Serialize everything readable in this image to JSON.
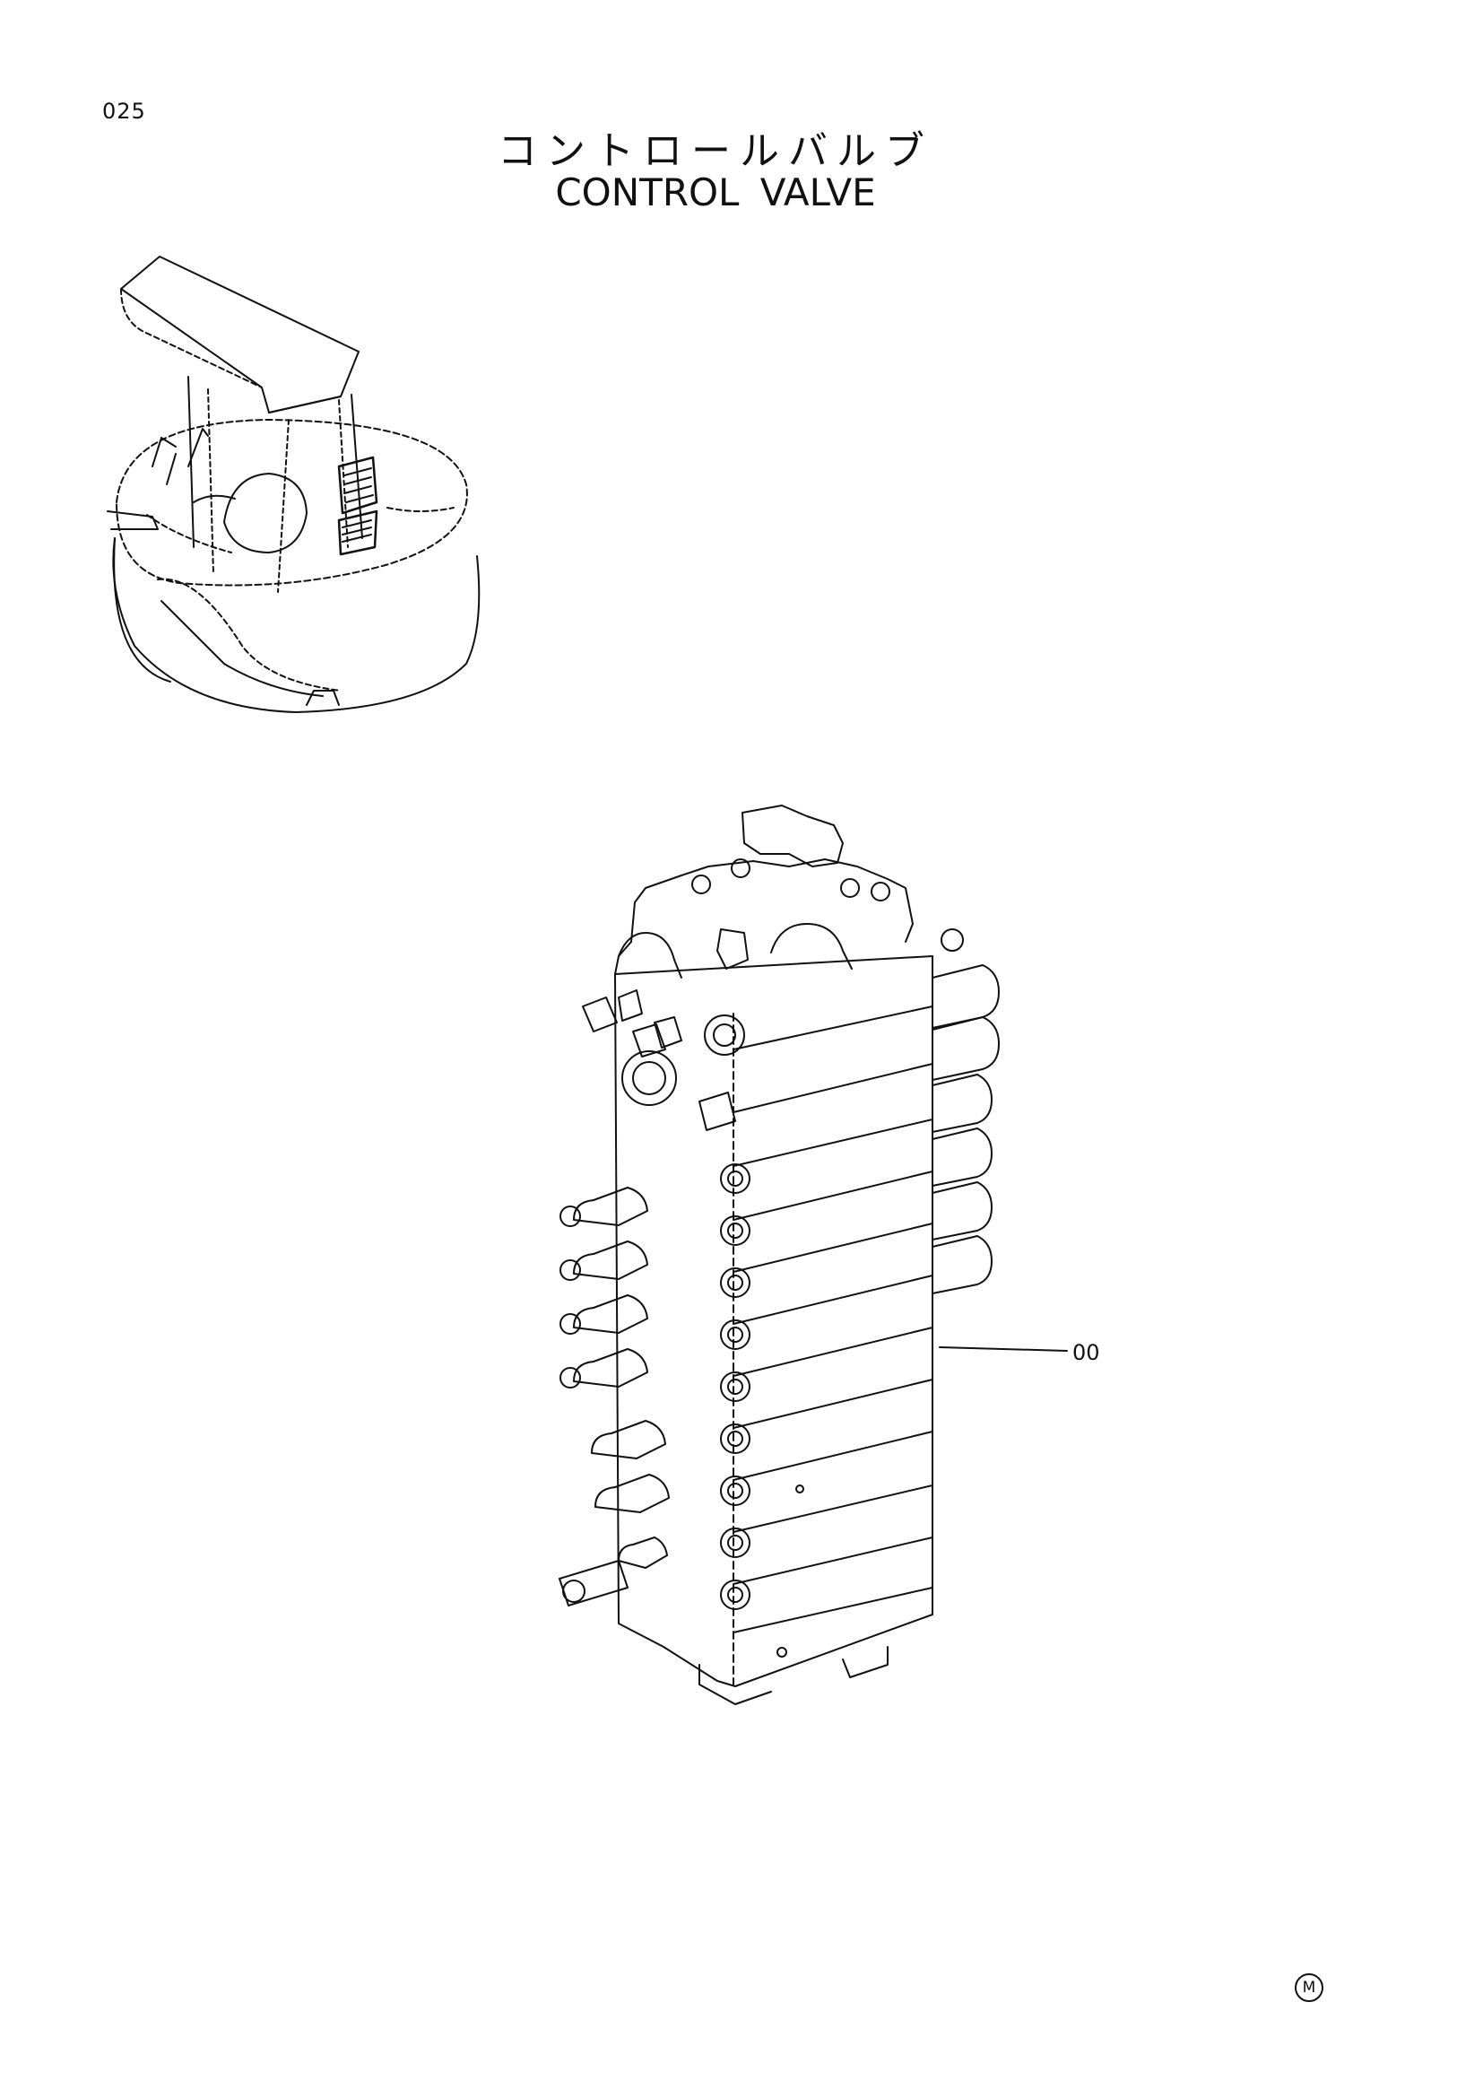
{
  "page": {
    "number": "025",
    "title_ja": "コントロールバルブ",
    "title_en": "CONTROL VALVE"
  },
  "callouts": [
    {
      "label": "00"
    }
  ],
  "footer": {
    "mark": "M"
  },
  "colors": {
    "ink": "#111111",
    "paper": "#ffffff"
  }
}
